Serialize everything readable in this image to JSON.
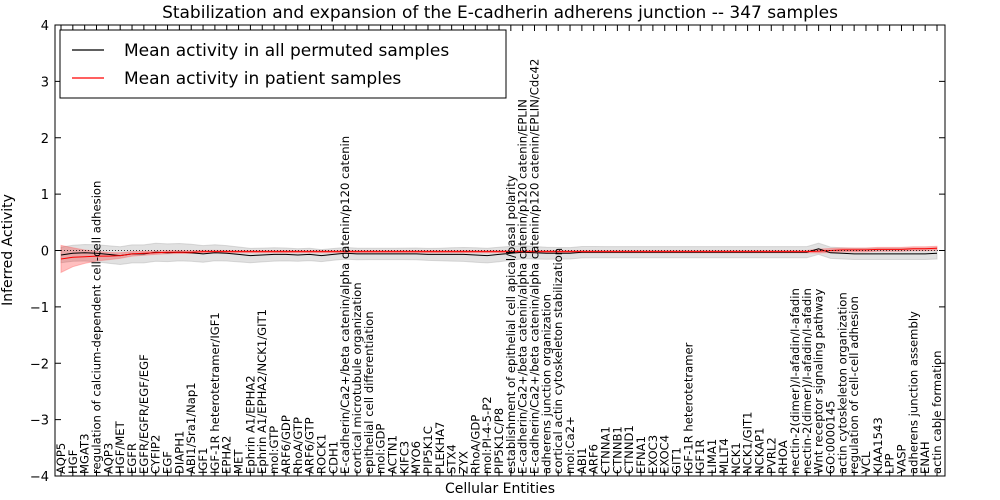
{
  "chart_data": {
    "type": "line",
    "title": "Stabilization and expansion of the E-cadherin adherens junction -- 347 samples",
    "xlabel": "Cellular Entities",
    "ylabel": "Inferred Activity",
    "ylim": [
      -4,
      4
    ],
    "yticks": [
      -4,
      -3,
      -2,
      -1,
      0,
      1,
      2,
      3,
      4
    ],
    "grid": false,
    "legend_position": "top-left",
    "categories": [
      "AQP5",
      "HGF",
      "MGAT3",
      "regulation of calcium-dependent cell-cell adhesion",
      "AQP3",
      "HGF/MET",
      "EGFR",
      "EGFR/EGFR/EGF/EGF",
      "CYFIP2",
      "EGF",
      "DIAPH1",
      "ABI1/Sra1/Nap1",
      "IGF1",
      "IGF-1R heterotetramer/IGF1",
      "EPHA2",
      "MET",
      "Ephrin A1/EPHA2",
      "Ephrin A1/EPHA2/NCK1/GIT1",
      "mol:GTP",
      "ARF6/GDP",
      "RhoA/GTP",
      "ARF6/GTP",
      "ROCK1",
      "CDH1",
      "E-cadherin/Ca2+/beta catenin/alpha catenin/p120 catenin",
      "cortical microtubule organization",
      "epithelial cell differentiation",
      "mol:GDP",
      "ACTN1",
      "KIFC3",
      "MYO6",
      "PIP5K1C",
      "PLEKHA7",
      "STX4",
      "ZYX",
      "RhoA/GDP",
      "mol:PI-4-5-P2",
      "PIP5K1C/P8",
      "establishment of epithelial cell apical/basal polarity",
      "E-cadherin/Ca2+/beta catenin/alpha catenin/p120 catenin/EPLIN",
      "E-cadherin/Ca2+/beta catenin/alpha catenin/p120 catenin/EPLIN/Cdc42",
      "adherens junction organization",
      "cortical actin cytoskeleton stabilization",
      "mol:Ca2+",
      "ABI1",
      "ARF6",
      "CTNNA1",
      "CTNNB1",
      "CTNND1",
      "EFNA1",
      "EXOC3",
      "EXOC4",
      "GIT1",
      "IGF-1R heterotetramer",
      "IGF1R",
      "LIMA1",
      "MLLT4",
      "NCK1",
      "NCK1/GIT1",
      "NCKAP1",
      "PVRL2",
      "RHOA",
      "nectin-2(dimer)/I-afadin/I-afadin",
      "nectin-2(dimer)/I-afadin/I-afadin",
      "Wnt receptor signaling pathway",
      "GO:0000145",
      "actin cytoskeleton organization",
      "regulation of cell-cell adhesion",
      "VCL",
      "KIAA1543",
      "LPP",
      "VASP",
      "adherens junction assembly",
      "ENAH",
      "actin cable formation"
    ],
    "series": [
      {
        "name": "Mean activity in all permuted samples",
        "color": "#000000",
        "values": [
          -0.08,
          -0.05,
          -0.04,
          -0.05,
          -0.07,
          -0.09,
          -0.06,
          -0.06,
          -0.03,
          -0.04,
          -0.03,
          -0.04,
          -0.06,
          -0.04,
          -0.05,
          -0.07,
          -0.09,
          -0.08,
          -0.07,
          -0.07,
          -0.08,
          -0.07,
          -0.09,
          -0.07,
          -0.05,
          -0.06,
          -0.06,
          -0.06,
          -0.06,
          -0.06,
          -0.06,
          -0.07,
          -0.07,
          -0.07,
          -0.07,
          -0.08,
          -0.09,
          -0.07,
          -0.05,
          -0.03,
          -0.04,
          -0.05,
          -0.05,
          -0.05,
          -0.03,
          -0.03,
          -0.03,
          -0.03,
          -0.03,
          -0.03,
          -0.03,
          -0.03,
          -0.03,
          -0.03,
          -0.03,
          -0.03,
          -0.03,
          -0.03,
          -0.03,
          -0.03,
          -0.03,
          -0.03,
          -0.03,
          -0.03,
          0.03,
          -0.04,
          -0.05,
          -0.06,
          -0.06,
          -0.06,
          -0.06,
          -0.06,
          -0.06,
          -0.06,
          -0.05
        ]
      },
      {
        "name": "Mean activity in patient samples",
        "color": "#ff0000",
        "values": [
          -0.15,
          -0.12,
          -0.11,
          -0.1,
          -0.1,
          -0.09,
          -0.06,
          -0.05,
          -0.04,
          -0.03,
          -0.03,
          -0.03,
          -0.02,
          -0.02,
          -0.02,
          -0.02,
          -0.02,
          -0.02,
          -0.02,
          -0.02,
          -0.02,
          -0.02,
          -0.02,
          -0.02,
          -0.02,
          -0.02,
          -0.02,
          -0.02,
          -0.02,
          -0.02,
          -0.02,
          -0.02,
          -0.02,
          -0.02,
          -0.02,
          -0.02,
          -0.02,
          -0.02,
          -0.02,
          -0.02,
          -0.02,
          -0.02,
          -0.02,
          -0.02,
          -0.02,
          -0.02,
          -0.02,
          -0.02,
          -0.02,
          -0.02,
          -0.02,
          -0.02,
          -0.02,
          -0.02,
          -0.02,
          -0.02,
          -0.02,
          -0.02,
          -0.02,
          -0.02,
          -0.02,
          -0.02,
          -0.02,
          -0.02,
          -0.01,
          0.0,
          0.01,
          0.01,
          0.01,
          0.02,
          0.02,
          0.02,
          0.03,
          0.03,
          0.04
        ]
      }
    ]
  }
}
